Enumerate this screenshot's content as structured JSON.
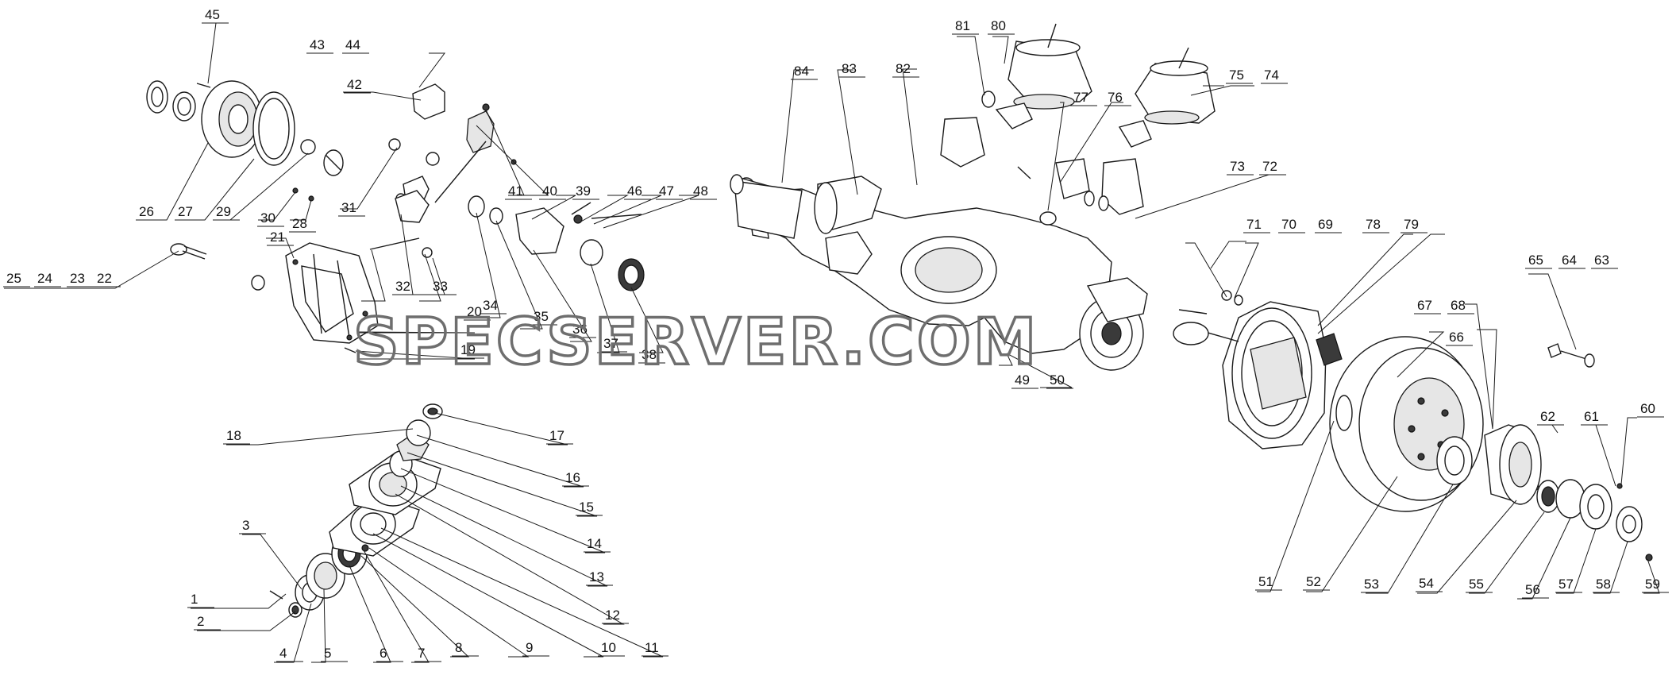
{
  "watermark": "SPECSERVER.COM",
  "callouts": [
    {
      "n": "1"
    },
    {
      "n": "2"
    },
    {
      "n": "3"
    },
    {
      "n": "4"
    },
    {
      "n": "5"
    },
    {
      "n": "6"
    },
    {
      "n": "7"
    },
    {
      "n": "8"
    },
    {
      "n": "9"
    },
    {
      "n": "10"
    },
    {
      "n": "11"
    },
    {
      "n": "12"
    },
    {
      "n": "13"
    },
    {
      "n": "14"
    },
    {
      "n": "15"
    },
    {
      "n": "16"
    },
    {
      "n": "17"
    },
    {
      "n": "18"
    },
    {
      "n": "19"
    },
    {
      "n": "20"
    },
    {
      "n": "21"
    },
    {
      "n": "22"
    },
    {
      "n": "23"
    },
    {
      "n": "24"
    },
    {
      "n": "25"
    },
    {
      "n": "26"
    },
    {
      "n": "27"
    },
    {
      "n": "28"
    },
    {
      "n": "29"
    },
    {
      "n": "30"
    },
    {
      "n": "31"
    },
    {
      "n": "32"
    },
    {
      "n": "33"
    },
    {
      "n": "34"
    },
    {
      "n": "35"
    },
    {
      "n": "36"
    },
    {
      "n": "37"
    },
    {
      "n": "38"
    },
    {
      "n": "39"
    },
    {
      "n": "40"
    },
    {
      "n": "41"
    },
    {
      "n": "42"
    },
    {
      "n": "43"
    },
    {
      "n": "44"
    },
    {
      "n": "45"
    },
    {
      "n": "46"
    },
    {
      "n": "47"
    },
    {
      "n": "48"
    },
    {
      "n": "49"
    },
    {
      "n": "50"
    },
    {
      "n": "51"
    },
    {
      "n": "52"
    },
    {
      "n": "53"
    },
    {
      "n": "54"
    },
    {
      "n": "55"
    },
    {
      "n": "56"
    },
    {
      "n": "57"
    },
    {
      "n": "58"
    },
    {
      "n": "59"
    },
    {
      "n": "60"
    },
    {
      "n": "61"
    },
    {
      "n": "62"
    },
    {
      "n": "63"
    },
    {
      "n": "64"
    },
    {
      "n": "65"
    },
    {
      "n": "66"
    },
    {
      "n": "67"
    },
    {
      "n": "68"
    },
    {
      "n": "69"
    },
    {
      "n": "70"
    },
    {
      "n": "71"
    },
    {
      "n": "72"
    },
    {
      "n": "73"
    },
    {
      "n": "74"
    },
    {
      "n": "75"
    },
    {
      "n": "76"
    },
    {
      "n": "77"
    },
    {
      "n": "78"
    },
    {
      "n": "79"
    },
    {
      "n": "80"
    },
    {
      "n": "81"
    },
    {
      "n": "82"
    },
    {
      "n": "83"
    },
    {
      "n": "84"
    }
  ]
}
